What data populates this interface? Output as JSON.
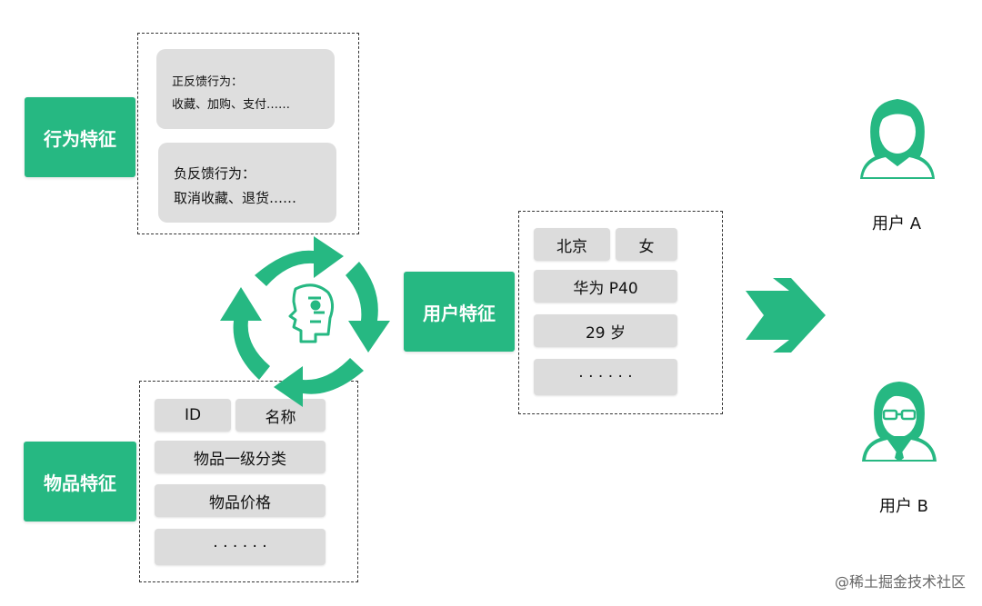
{
  "behavior": {
    "label": "行为特征",
    "positive_title": "正反馈行为：",
    "positive_items": "收藏、加购、支付……",
    "negative_title": "负反馈行为：",
    "negative_items": "取消收藏、退货……"
  },
  "item": {
    "label": "物品特征",
    "chips": [
      "ID",
      "名称",
      "物品一级分类",
      "物品价格",
      "· · · · · ·"
    ]
  },
  "user": {
    "label": "用户特征",
    "chips": [
      "北京",
      "女",
      "华为 P40",
      "29 岁",
      "· · · · · ·"
    ]
  },
  "users": [
    {
      "name": "用户 A",
      "icon": "female-user-icon"
    },
    {
      "name": "用户 B",
      "icon": "male-user-icon"
    }
  ],
  "footer": {
    "watermark": "@稀土掘金技术社区"
  },
  "colors": {
    "accent": "#26b882",
    "chip": "#dcdcdc",
    "border": "#333333"
  }
}
